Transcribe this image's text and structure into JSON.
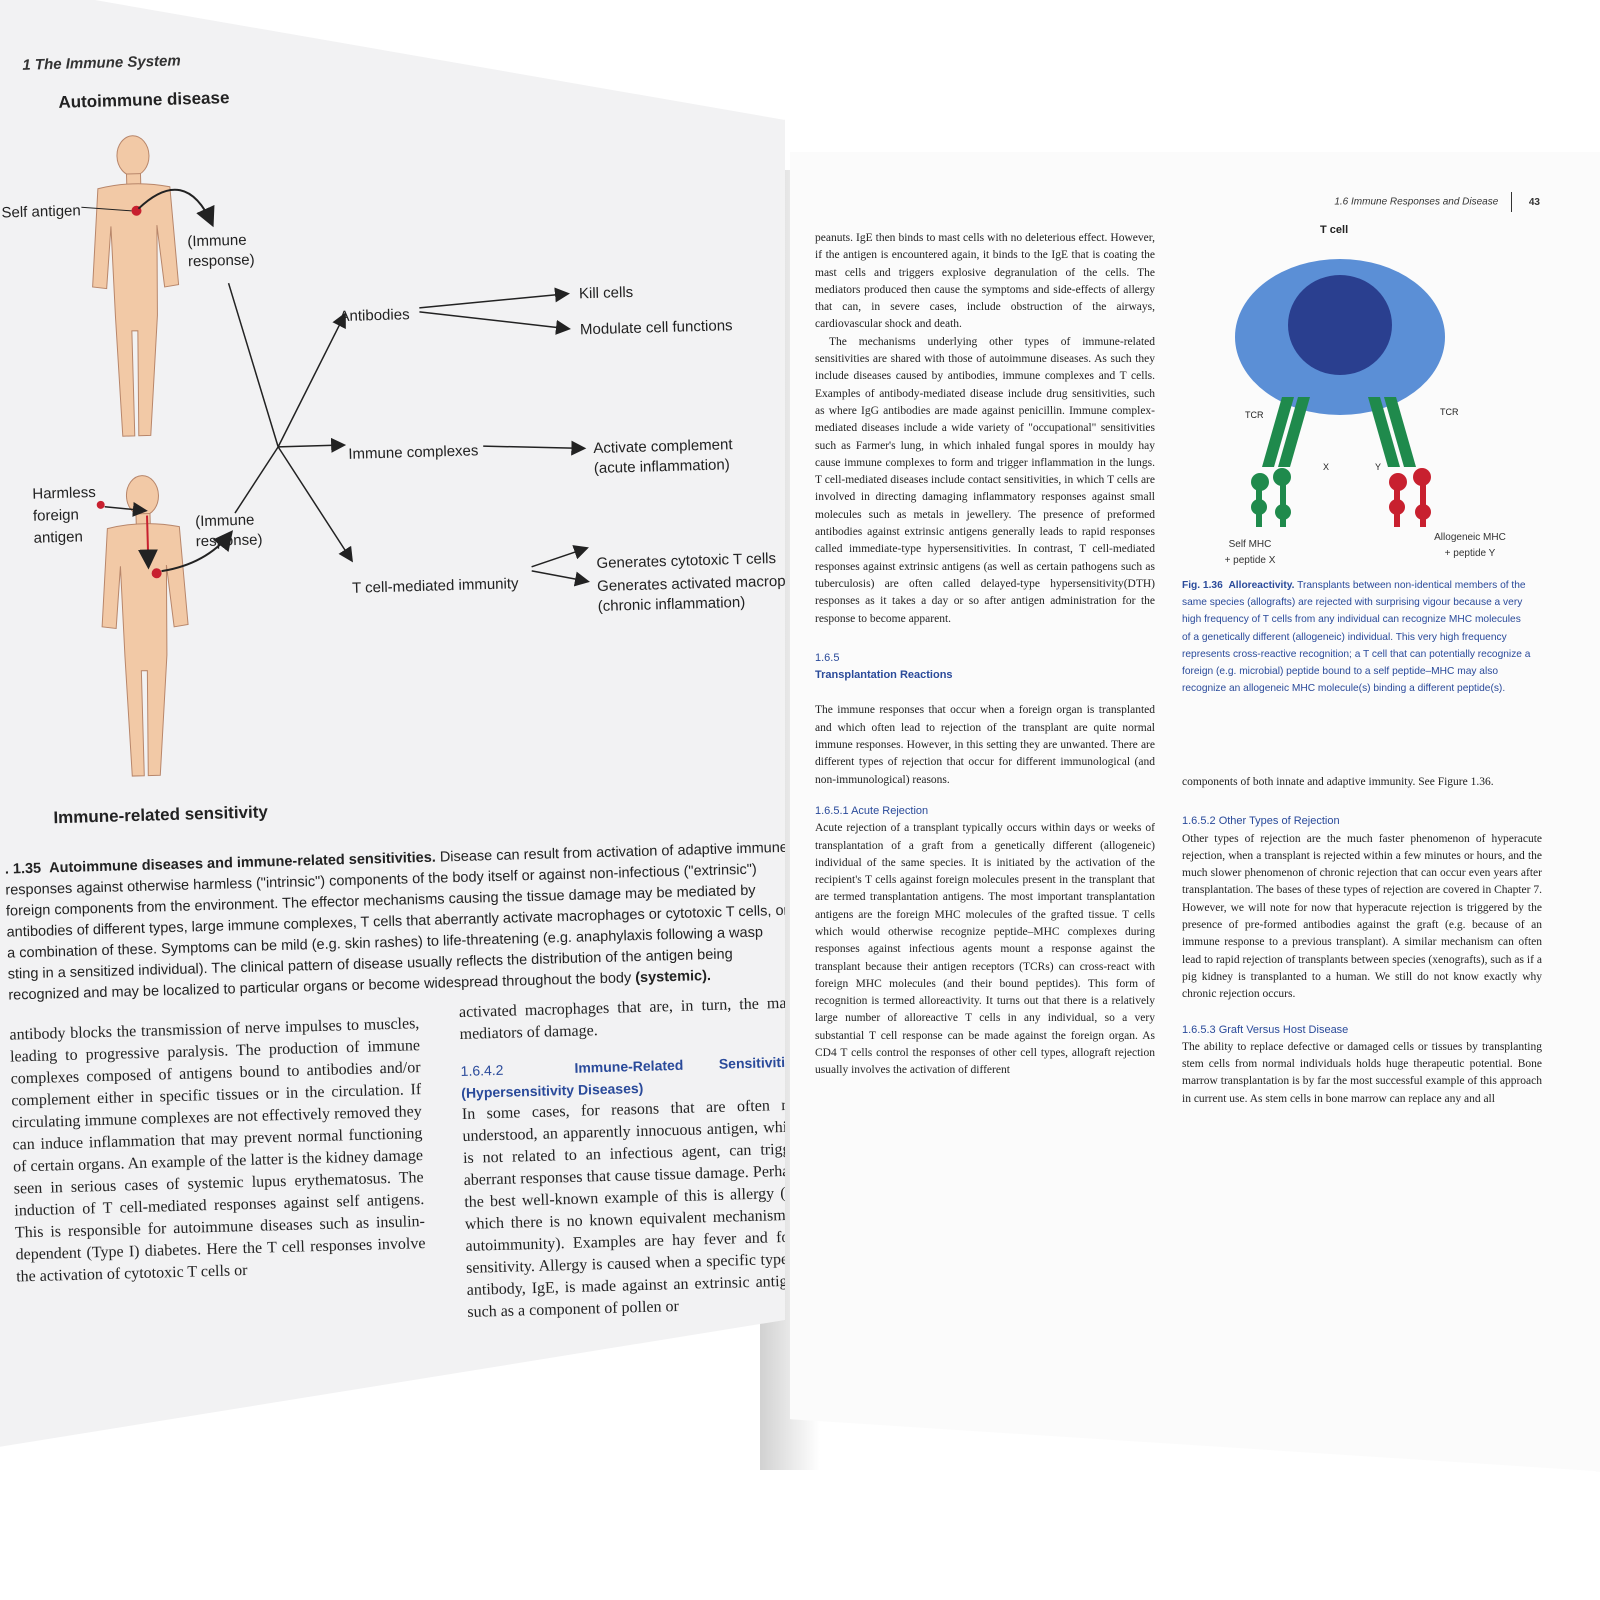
{
  "left_page": {
    "running_head": "1 The Immune System",
    "figure": {
      "title_top": "Autoimmune disease",
      "title_bottom": "Immune-related sensitivity",
      "self_antigen": "Self antigen",
      "immune_response_1": "(Immune\nresponse)",
      "immune_response_2": "(Immune\nresponse)",
      "harmless_antigen": "Harmless\nforeign\nantigen",
      "antibodies": "Antibodies",
      "kill_cells": "Kill cells",
      "modulate": "Modulate cell functions",
      "immune_complexes": "Immune complexes",
      "activate_complement": "Activate complement\n(acute inflammation)",
      "tcell_immunity": "T cell-mediated immunity",
      "cytotoxic": "Generates cytotoxic T cells",
      "macrophages": "Generates activated macrophages\n(chronic inflammation)"
    },
    "caption_number": ". 1.35",
    "caption_title": "Autoimmune diseases and immune-related sensitivities.",
    "caption_text": "Disease can result from activation of adaptive immune responses against otherwise harmless (\"intrinsic\") components of the body itself or against non-infectious (\"extrinsic\") foreign components from the environment. The effector mechanisms causing the tissue damage may be mediated by antibodies of different types, large immune complexes, T cells that aberrantly activate macrophages or cytotoxic T cells, or a combination of these. Symptoms can be mild (e.g. skin rashes) to life-threatening (e.g. anaphylaxis following a wasp sting in a sensitized individual). The clinical pattern of disease usually reflects the distribution of the antigen being recognized and may be localized to particular organs or become widespread throughout the body",
    "caption_end": "(systemic).",
    "col1": "antibody blocks the transmission of nerve impulses to muscles, leading to progressive paralysis. The production of immune complexes composed of antigens bound to antibodies and/or complement either in specific tissues or in the circulation. If circulating immune complexes are not effectively removed they can induce inflammation that may prevent normal functioning of certain organs. An example of the latter is the kidney damage seen in serious cases of systemic lupus erythematosus. The induction of T cell-mediated responses against self antigens. This is responsible for autoimmune diseases such as insulin-dependent (Type I) diabetes. Here the T cell responses involve the activation of cytotoxic T cells or",
    "col2_top": "activated macrophages that are, in turn, the main mediators of damage.",
    "col2_section_num": "1.6.4.2",
    "col2_section_title": "Immune-Related Sensitivities (Hypersensitivity Diseases)",
    "col2_body": "In some cases, for reasons that are often not understood, an apparently innocuous antigen, which is not related to an infectious agent, can trigger aberrant responses that cause tissue damage. Perhaps the best well-known example of this is allergy (for which there is no known equivalent mechanism in autoimmunity). Examples are hay fever and food sensitivity. Allergy is caused when a specific type of antibody, IgE, is made against an extrinsic antigen, such as a component of pollen or"
  },
  "right_page": {
    "running_head": "1.6 Immune Responses and Disease",
    "page_number": "43",
    "col1_p1": "peanuts. IgE then binds to mast cells with no deleterious effect. However, if the antigen is encountered again, it binds to the IgE that is coating the mast cells and triggers explosive degranulation of the cells. The mediators produced then cause the symptoms and side-effects of allergy that can, in severe cases, include obstruction of the airways, cardiovascular shock and death.",
    "col1_p2": "The mechanisms underlying other types of immune-related sensitivities are shared with those of autoimmune diseases. As such they include diseases caused by antibodies, immune complexes and T cells. Examples of antibody-mediated disease include drug sensitivities, such as where IgG antibodies are made against penicillin. Immune complex-mediated diseases include a wide variety of \"occupational\" sensitivities such as Farmer's lung, in which inhaled fungal spores in mouldy hay cause immune complexes to form and trigger inflammation in the lungs. T cell-mediated diseases include contact sensitivities, in which T cells are involved in directing damaging inflammatory responses against small molecules such as metals in jewellery. The presence of preformed antibodies against extrinsic antigens generally leads to rapid responses called immediate-type hypersensitivities. In contrast, T cell-mediated responses against extrinsic antigens (as well as certain pathogens such as tuberculosis) are often called delayed-type hypersensitivity(DTH) responses as it takes a day or so after antigen administration for the response to become apparent.",
    "sec165_num": "1.6.5",
    "sec165_title": "Transplantation Reactions",
    "sec165_body": "The immune responses that occur when a foreign organ is transplanted and which often lead to rejection of the transplant are quite normal immune responses. However, in this setting they are unwanted. There are different types of rejection that occur for different immunological (and non-immunological) reasons.",
    "sec1651_title": "1.6.5.1  Acute Rejection",
    "sec1651_body": "Acute rejection of a transplant typically occurs within days or weeks of transplantation of a graft from a genetically different (allogeneic) individual of the same species. It is initiated by the activation of the recipient's T cells against foreign molecules present in the transplant that are termed transplantation antigens. The most important transplantation antigens are the foreign MHC molecules of the grafted tissue. T cells which would otherwise recognize peptide–MHC complexes during responses against infectious agents mount a response against the transplant because their antigen receptors (TCRs) can cross-react with foreign MHC molecules (and their bound peptides). This form of recognition is termed alloreactivity. It turns out that there is a relatively large number of alloreactive T cells in any individual, so a very substantial T cell response can be made against the foreign organ. As CD4 T cells control the responses of other cell types, allograft rejection usually involves the activation of different",
    "figure": {
      "tcell_label": "T cell",
      "tcr_left": "TCR",
      "tcr_right": "TCR",
      "x": "X",
      "y": "Y",
      "self_mhc": "Self MHC\n+ peptide X",
      "allo_mhc": "Allogeneic MHC\n+ peptide Y",
      "colors": {
        "cell_outer": "#5b8fd6",
        "nucleus": "#2a3f8f",
        "tcr": "#1f8a4c",
        "self_mhc": "#1f8a4c",
        "allo_mhc": "#c8202f"
      }
    },
    "caption_number": "Fig. 1.36",
    "caption_title": "Alloreactivity.",
    "caption_text": "Transplants between non-identical members of the same species (allografts) are rejected with surprising vigour because a very high frequency of T cells from any individual can recognize MHC molecules of a genetically different (allogeneic) individual. This very high frequency represents cross-reactive recognition; a T cell that can potentially recognize a foreign (e.g. microbial) peptide bound to a self peptide–MHC may also recognize an allogeneic MHC molecule(s) binding a different peptide(s).",
    "col2_p1": "components of both innate and adaptive immunity. See Figure 1.36.",
    "sec1652_title": "1.6.5.2  Other Types of Rejection",
    "sec1652_body": "Other types of rejection are the much faster phenomenon of hyperacute rejection, when a transplant is rejected within a few minutes or hours, and the much slower phenomenon of chronic rejection that can occur even years after transplantation. The bases of these types of rejection are covered in Chapter 7. However, we will note for now that hyperacute rejection is triggered by the presence of pre-formed antibodies against the graft (e.g. because of an immune response to a previous transplant). A similar mechanism can often lead to rapid rejection of transplants between species (xenografts), such as if a pig kidney is transplanted to a human. We still do not know exactly why chronic rejection occurs.",
    "sec1653_title": "1.6.5.3  Graft Versus Host Disease",
    "sec1653_body": "The ability to replace defective or damaged cells or tissues by transplanting stem cells from normal individuals holds huge therapeutic potential. Bone marrow transplantation is by far the most successful example of this approach in current use. As stem cells in bone marrow can replace any and all"
  }
}
